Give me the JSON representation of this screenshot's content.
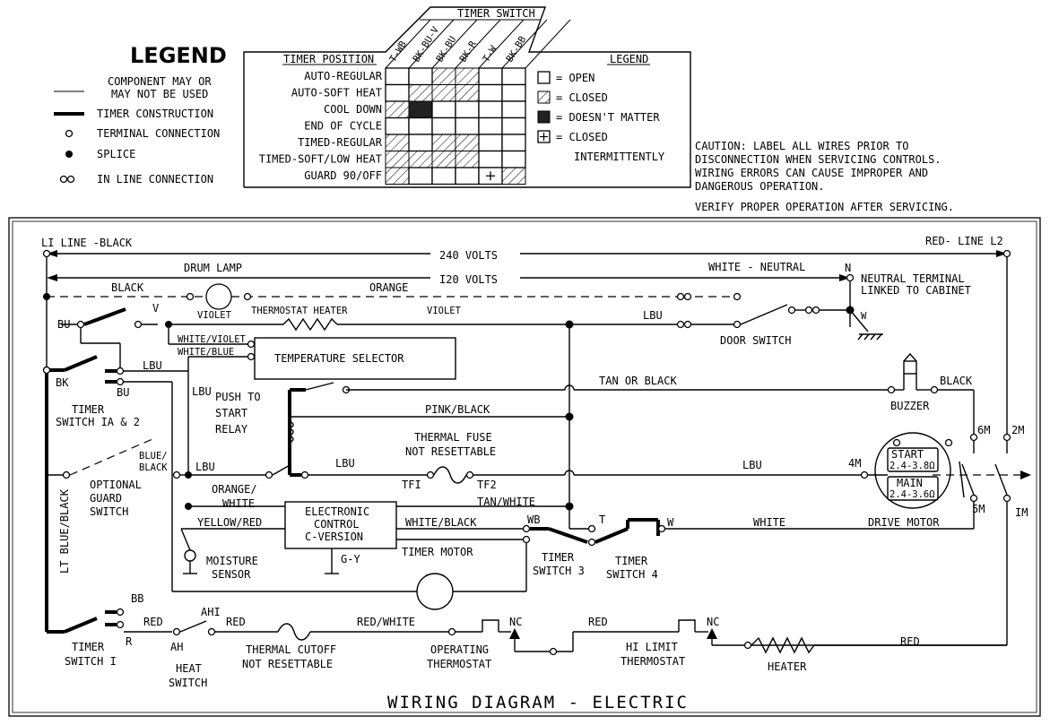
{
  "legend_left": {
    "title": "LEGEND",
    "items": [
      "COMPONENT MAY OR",
      "MAY NOT BE USED",
      "TIMER CONSTRUCTION",
      "TERMINAL CONNECTION",
      "SPLICE",
      "IN LINE CONNECTION"
    ]
  },
  "timer_table": {
    "switch_header": "TIMER SWITCH",
    "position_header": "TIMER POSITION",
    "columns": [
      "T-WB",
      "BK-BU-V",
      "BK-BU",
      "BK-R",
      "T-W",
      "BK-BB"
    ],
    "rows": [
      "AUTO-REGULAR",
      "AUTO-SOFT HEAT",
      "COOL DOWN",
      "END OF CYCLE",
      "TIMED-REGULAR",
      "TIMED-SOFT/LOW HEAT",
      "GUARD 90/OFF"
    ],
    "cells": [
      [
        "o",
        "o",
        "c",
        "c",
        "o",
        "o"
      ],
      [
        "o",
        "c",
        "c",
        "c",
        "o",
        "o"
      ],
      [
        "c",
        "d",
        "o",
        "o",
        "o",
        "o"
      ],
      [
        "o",
        "o",
        "o",
        "o",
        "o",
        "o"
      ],
      [
        "c",
        "o",
        "c",
        "c",
        "o",
        "o"
      ],
      [
        "c",
        "c",
        "c",
        "c",
        "o",
        "o"
      ],
      [
        "c",
        "o",
        "o",
        "o",
        "i",
        "c"
      ]
    ],
    "legend_title": "LEGEND",
    "legend_items": [
      "= OPEN",
      "= CLOSED",
      "= DOESN'T MATTER",
      "= CLOSED",
      "INTERMITTENTLY"
    ]
  },
  "caution": [
    "CAUTION: LABEL ALL WIRES PRIOR TO",
    "DISCONNECTION WHEN SERVICING CONTROLS.",
    "WIRING ERRORS CAN CAUSE IMPROPER AND",
    "DANGEROUS OPERATION.",
    "VERIFY PROPER OPERATION AFTER SERVICING."
  ],
  "diagram": {
    "title": "WIRING DIAGRAM - ELECTRIC",
    "labels": {
      "l1": "LI LINE -BLACK",
      "l2": "RED- LINE L2",
      "v240": "240 VOLTS",
      "v120": "I20 VOLTS",
      "drum_lamp": "DRUM LAMP",
      "white_neutral": "WHITE - NEUTRAL",
      "n": "N",
      "neutral_terminal_1": "NEUTRAL TERMINAL",
      "neutral_terminal_2": "LINKED TO CABINET",
      "black": "BLACK",
      "orange": "ORANGE",
      "violet1": "VIOLET",
      "thermostat_heater": "THERMOSTAT HEATER",
      "violet2": "VIOLET",
      "lbu_door": "LBU",
      "w_ground": "W",
      "door_switch": "DOOR SWITCH",
      "bu1": "BU",
      "v": "V",
      "white_violet": "WHITE/VIOLET",
      "white_blue": "WHITE/BLUE",
      "temp_selector": "TEMPERATURE SELECTOR",
      "bk": "BK",
      "lbu1": "LBU",
      "bu2": "BU",
      "lbu2": "LBU",
      "timer_sw12_1": "TIMER",
      "timer_sw12_2": "SWITCH IA & 2",
      "tan_black": "TAN OR BLACK",
      "black_buzzer": "BLACK",
      "buzzer": "BUZZER",
      "push_start_1": "PUSH TO",
      "push_start_2": "START",
      "push_start_3": "RELAY",
      "pink_black": "PINK/BLACK",
      "thermal_fuse_1": "THERMAL FUSE",
      "thermal_fuse_2": "NOT RESETTABLE",
      "m6": "6M",
      "m2": "2M",
      "blue_black_1": "BLUE/",
      "blue_black_2": "BLACK",
      "lbu3": "LBU",
      "lbu4": "LBU",
      "lbu5": "LBU",
      "tf1": "TFI",
      "tf2": "TF2",
      "m4": "4M",
      "start": "START",
      "start_ohm": "2.4-3.8Ω",
      "main": "MAIN",
      "main_ohm": "2.4-3.6Ω",
      "optional_guard_1": "OPTIONAL",
      "optional_guard_2": "GUARD",
      "optional_guard_3": "SWITCH",
      "orange_white_1": "ORANGE/",
      "orange_white_2": "WHITE",
      "tan_white": "TAN/WHITE",
      "lt_blue_black": "LT BLUE/BLACK",
      "yellow_red": "YELLOW/RED",
      "ec_1": "ELECTRONIC",
      "ec_2": "CONTROL",
      "ec_3": "C-VERSION",
      "white_black": "WHITE/BLACK",
      "wb": "WB",
      "t": "T",
      "w_motor": "W",
      "white_motor": "WHITE",
      "drive_motor": "DRIVE MOTOR",
      "m5": "5M",
      "m1": "IM",
      "timer_motor": "TIMER MOTOR",
      "gy": "G-Y",
      "moisture_1": "MOISTURE",
      "moisture_2": "SENSOR",
      "timer_sw3_1": "TIMER",
      "timer_sw3_2": "SWITCH 3",
      "timer_sw4_1": "TIMER",
      "timer_sw4_2": "SWITCH 4",
      "bb": "BB",
      "ahi": "AHI",
      "red1": "RED",
      "red2": "RED",
      "red_white": "RED/WHITE",
      "nc1": "NC",
      "red3": "RED",
      "nc2": "NC",
      "red4": "RED",
      "r": "R",
      "ah": "AH",
      "timer_sw1_1": "TIMER",
      "timer_sw1_2": "SWITCH I",
      "heat_sw_1": "HEAT",
      "heat_sw_2": "SWITCH",
      "thermal_cutoff_1": "THERMAL CUTOFF",
      "thermal_cutoff_2": "NOT RESETTABLE",
      "operating_1": "OPERATING",
      "operating_2": "THERMOSTAT",
      "hilimit_1": "HI LIMIT",
      "hilimit_2": "THERMOSTAT",
      "heater": "HEATER"
    }
  }
}
